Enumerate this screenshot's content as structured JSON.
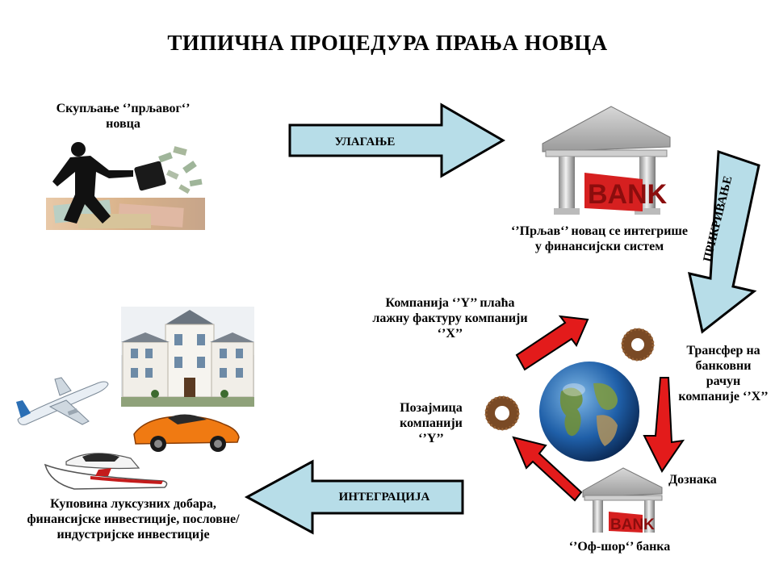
{
  "title": "ТИПИЧНА ПРОЦЕДУРА ПРАЊА НОВЦА",
  "labels": {
    "collecting": "Скупљање ‘’прљавог‘’ новца",
    "integrates": "‘’Прљав‘’ новац се интегрише у финансијски систем",
    "company_y_pays": "Компанија ‘’Y’’ плаћа лажну фактуру компанији ‘’X’’",
    "transfer": "Трансфер на банковни рачун компаније ‘’X’’",
    "loan": "Позајмица компанији ‘’Y’’",
    "remittance": "Дознака",
    "offshore": "‘’Оф-шор‘’ банка",
    "purchase": "Куповина луксузних добара, финансијске инвестиције, пословне/индустријске инвестиције"
  },
  "arrows": {
    "placement": "УЛАГАЊЕ",
    "layering": "ПРИКРИВАЊЕ",
    "integration": "ИНТЕГРАЦИЈА"
  },
  "images": {
    "bank_sign": "BANK",
    "offshore_bank_sign": "BANK"
  },
  "colors": {
    "arrow_fill": "#b7dde8",
    "red_arrow": "#e31b1b",
    "bank_red": "#d62020"
  }
}
